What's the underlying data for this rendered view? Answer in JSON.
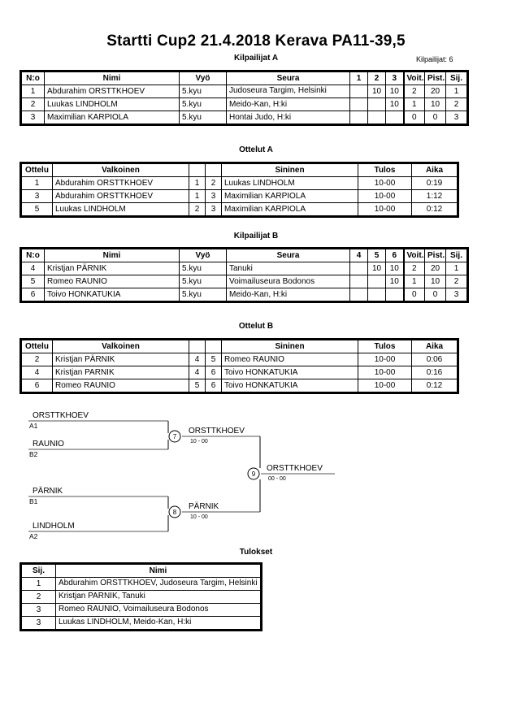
{
  "header": {
    "title": "Startti Cup2  21.4.2018  Kerava   PA11-39,5",
    "competitor_count_label": "Kilpailijat: 6"
  },
  "pool_a": {
    "caption": "Kilpailijat A",
    "columns": [
      "N:o",
      "Nimi",
      "Vyö",
      "Seura",
      "1",
      "2",
      "3",
      "Voit.",
      "Pist.",
      "Sij."
    ],
    "rows": [
      {
        "no": "1",
        "name": "Abdurahim ORSTTKHOEV",
        "grade": "5.kyu",
        "club": "Judoseura Targim, Helsinki",
        "m1": "",
        "m2": "10",
        "m3": "10",
        "wins": "2",
        "points": "20",
        "rank": "1"
      },
      {
        "no": "2",
        "name": "Luukas LINDHOLM",
        "grade": "5.kyu",
        "club": "Meido-Kan, H:ki",
        "m1": "",
        "m2": "",
        "m3": "10",
        "wins": "1",
        "points": "10",
        "rank": "2"
      },
      {
        "no": "3",
        "name": "Maximilian KARPIOLA",
        "grade": "5.kyu",
        "club": "Hontai Judo, H:ki",
        "m1": "",
        "m2": "",
        "m3": "",
        "wins": "0",
        "points": "0",
        "rank": "3"
      }
    ]
  },
  "matches_a": {
    "caption": "Ottelut A",
    "columns": [
      "Ottelu",
      "Valkoinen",
      "",
      "",
      "Sininen",
      "Tulos",
      "Aika"
    ],
    "rows": [
      {
        "match": "1",
        "white": "Abdurahim ORSTTKHOEV",
        "white_no": "1",
        "blue_no": "2",
        "blue": "Luukas LINDHOLM",
        "result": "10-00",
        "time": "0:19"
      },
      {
        "match": "3",
        "white": "Abdurahim ORSTTKHOEV",
        "white_no": "1",
        "blue_no": "3",
        "blue": "Maximilian KARPIOLA",
        "result": "10-00",
        "time": "1:12"
      },
      {
        "match": "5",
        "white": "Luukas LINDHOLM",
        "white_no": "2",
        "blue_no": "3",
        "blue": "Maximilian KARPIOLA",
        "result": "10-00",
        "time": "0:12"
      }
    ]
  },
  "pool_b": {
    "caption": "Kilpailijat B",
    "columns": [
      "N:o",
      "Nimi",
      "Vyö",
      "Seura",
      "4",
      "5",
      "6",
      "Voit.",
      "Pist.",
      "Sij."
    ],
    "rows": [
      {
        "no": "4",
        "name": "Kristjan PÄRNIK",
        "grade": "5.kyu",
        "club": "Tanuki",
        "m1": "",
        "m2": "10",
        "m3": "10",
        "wins": "2",
        "points": "20",
        "rank": "1"
      },
      {
        "no": "5",
        "name": "Romeo RAUNIO",
        "grade": "5.kyu",
        "club": "Voimailuseura Bodonos",
        "m1": "",
        "m2": "",
        "m3": "10",
        "wins": "1",
        "points": "10",
        "rank": "2"
      },
      {
        "no": "6",
        "name": "Toivo HONKATUKIA",
        "grade": "5.kyu",
        "club": "Meido-Kan, H:ki",
        "m1": "",
        "m2": "",
        "m3": "",
        "wins": "0",
        "points": "0",
        "rank": "3"
      }
    ]
  },
  "matches_b": {
    "caption": "Ottelut B",
    "columns": [
      "Ottelu",
      "Valkoinen",
      "",
      "",
      "Sininen",
      "Tulos",
      "Aika"
    ],
    "rows": [
      {
        "match": "2",
        "white": "Kristjan PÄRNIK",
        "white_no": "4",
        "blue_no": "5",
        "blue": "Romeo RAUNIO",
        "result": "10-00",
        "time": "0:06"
      },
      {
        "match": "4",
        "white": "Kristjan PARNIK",
        "white_no": "4",
        "blue_no": "6",
        "blue": "Toivo HONKATUKIA",
        "result": "10-00",
        "time": "0:16"
      },
      {
        "match": "6",
        "white": "Romeo RAUNIO",
        "white_no": "5",
        "blue_no": "6",
        "blue": "Toivo HONKATUKIA",
        "result": "10-00",
        "time": "0:12"
      }
    ]
  },
  "bracket": {
    "entrants": [
      {
        "name": "ORSTTKHOEV",
        "seed": "A1"
      },
      {
        "name": "RAUNIO",
        "seed": "B2"
      },
      {
        "name": "PÄRNIK",
        "seed": "B1"
      },
      {
        "name": "LINDHOLM",
        "seed": "A2"
      }
    ],
    "semifinals": [
      {
        "number": "7",
        "winner": "ORSTTKHOEV",
        "score": "10 - 00"
      },
      {
        "number": "8",
        "winner": "PÄRNIK",
        "score": "10 - 00"
      }
    ],
    "final": {
      "number": "9",
      "winner": "ORSTTKHOEV",
      "score": "00 - 00"
    }
  },
  "results": {
    "caption": "Tulokset",
    "columns": [
      "Sij.",
      "Nimi"
    ],
    "rows": [
      {
        "rank": "1",
        "name": "Abdurahim ORSTTKHOEV, Judoseura Targim, Helsinki"
      },
      {
        "rank": "2",
        "name": "Kristjan PARNIK, Tanuki"
      },
      {
        "rank": "3",
        "name": "Romeo RAUNIO, Voimailuseura Bodonos"
      },
      {
        "rank": "3",
        "name": "Luukas LINDHOLM, Meido-Kan, H:ki"
      }
    ]
  }
}
